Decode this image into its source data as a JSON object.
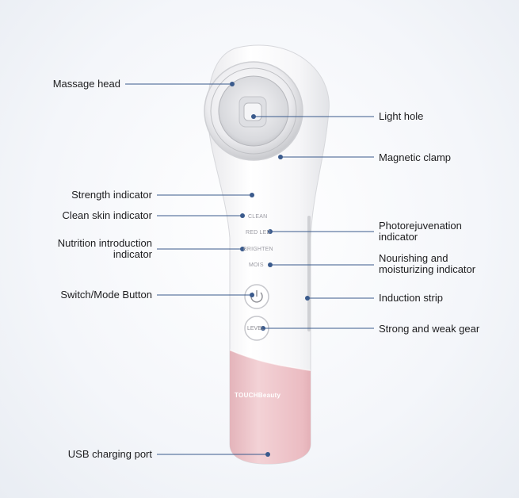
{
  "labels_left": {
    "massage_head": "Massage head",
    "strength_indicator": "Strength indicator",
    "clean_skin_indicator": "Clean skin indicator",
    "nutrition_line1": "Nutrition introduction",
    "nutrition_line2": "indicator",
    "switch_mode_button": "Switch/Mode Button",
    "usb_charging_port": "USB charging port"
  },
  "labels_right": {
    "light_hole": "Light hole",
    "magnetic_clamp": "Magnetic clamp",
    "photo_line1": "Photorejuvenation",
    "photo_line2": "indicator",
    "nourish_line1": "Nourishing and",
    "nourish_line2": "moisturizing indicator",
    "induction_strip": "Induction strip",
    "strong_weak_gear": "Strong and weak gear"
  },
  "device_text": {
    "clean": "CLEAN",
    "red_led": "RED LED",
    "brighten": "BRIGHTEN",
    "mois": "MOIS",
    "level": "LEVEL",
    "brand": "TOUCHBeauty"
  },
  "colors": {
    "leader_line": "#3a5a8c",
    "device_body": "#f7f7f8",
    "device_bottom": "#e8b7bd",
    "ring": "#d9dade"
  }
}
